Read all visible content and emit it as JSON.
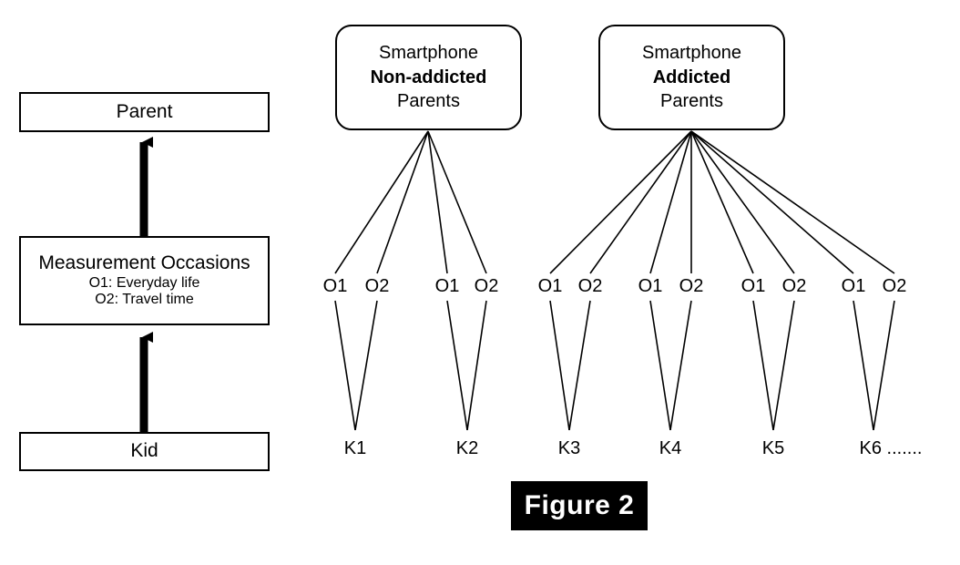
{
  "figure": {
    "caption": "Figure 2",
    "caption_bg": "#000000",
    "caption_fg": "#ffffff"
  },
  "legend_panel": {
    "levels": [
      {
        "id": "parent",
        "title": "Parent",
        "sublines": []
      },
      {
        "id": "measurement-occasions",
        "title": "Measurement Occasions",
        "sublines": [
          "O1: Everyday life",
          "O2: Travel time"
        ]
      },
      {
        "id": "kid",
        "title": "Kid",
        "sublines": []
      }
    ],
    "arrow_note": "upward arrows from Kid to Measurement Occasions to Parent"
  },
  "tree": {
    "groups": [
      {
        "id": "non-addicted",
        "line1": "Smartphone",
        "line2": "Non-addicted",
        "line3": "Parents",
        "occasions": [
          "O1",
          "O2",
          "O1",
          "O2"
        ],
        "kids": [
          "K1",
          "K2"
        ]
      },
      {
        "id": "addicted",
        "line1": "Smartphone",
        "line2": "Addicted",
        "line3": "Parents",
        "occasions": [
          "O1",
          "O2",
          "O1",
          "O2",
          "O1",
          "O2",
          "O1",
          "O2"
        ],
        "kids": [
          "K3",
          "K4",
          "K5",
          "K6 ......."
        ]
      }
    ]
  },
  "colors": {
    "stroke": "#000000",
    "background": "#ffffff"
  }
}
